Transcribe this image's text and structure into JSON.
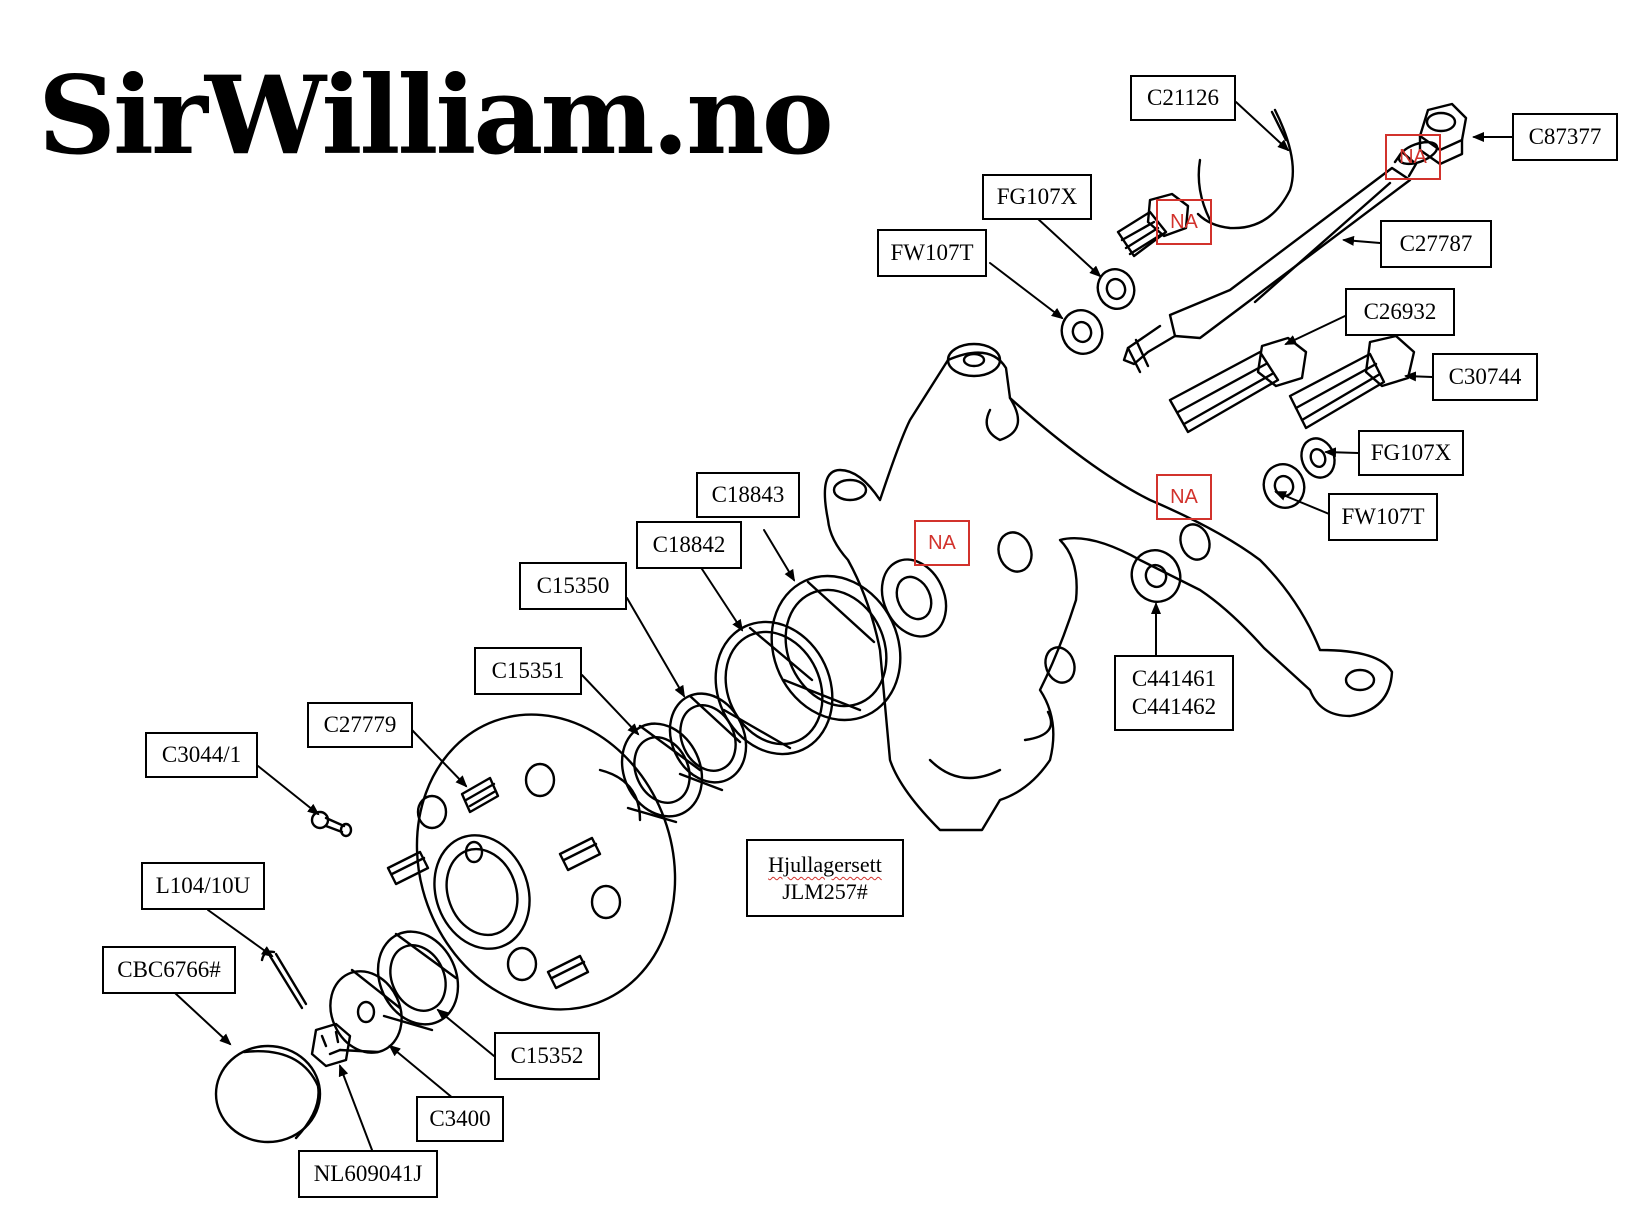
{
  "logo": "SirWilliam.no",
  "na_label": "NA",
  "kit": {
    "title": "Hjullagersett",
    "code": "JLM257#"
  },
  "labels": {
    "c21126": "C21126",
    "c87377": "C87377",
    "fg107x_top": "FG107X",
    "fw107t_top": "FW107T",
    "c27787": "C27787",
    "c26932": "C26932",
    "c30744": "C30744",
    "fg107x_right": "FG107X",
    "fw107t_right": "FW107T",
    "c18843": "C18843",
    "c18842": "C18842",
    "c15350": "C15350",
    "c15351": "C15351",
    "c27779": "C27779",
    "c3044_1": "C3044/1",
    "c441461": "C441461",
    "c441462": "C441462",
    "l104_10u": "L104/10U",
    "cbc6766": "CBC6766#",
    "c15352": "C15352",
    "c3400": "C3400",
    "nl609041j": "NL609041J"
  }
}
